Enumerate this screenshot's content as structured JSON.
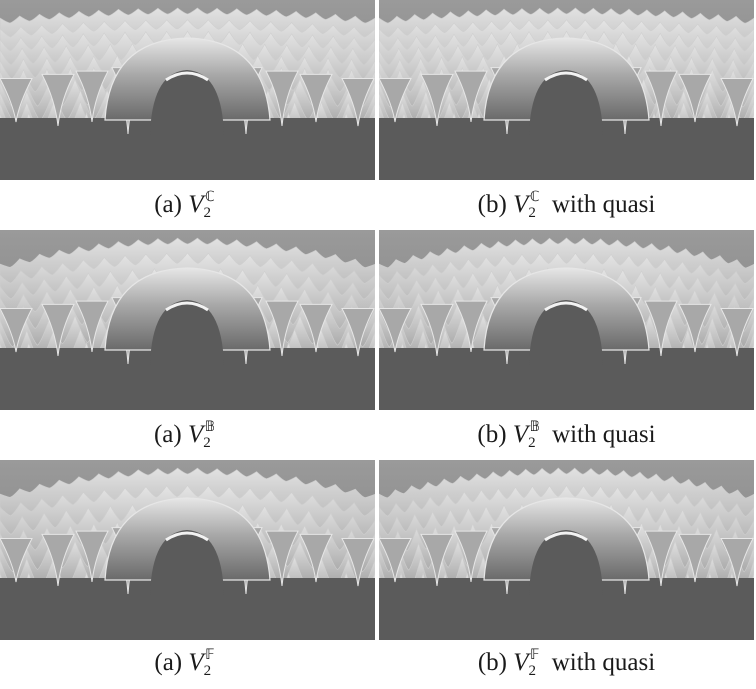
{
  "panels": [
    {
      "id": "c-plain",
      "caption": {
        "label": "(a)",
        "var": "V",
        "sub": "2",
        "sup": "ℂ",
        "suffix": ""
      },
      "style": {
        "rows": 10,
        "cols": 13,
        "spacing": "regular"
      }
    },
    {
      "id": "c-quasi",
      "caption": {
        "label": "(b)",
        "var": "V",
        "sub": "2",
        "sup": "ℂ",
        "suffix": "with quasi"
      },
      "style": {
        "rows": 10,
        "cols": 15,
        "spacing": "regular"
      }
    },
    {
      "id": "b-plain",
      "caption": {
        "label": "(a)",
        "var": "V",
        "sub": "2",
        "sup": "𝔹",
        "suffix": ""
      },
      "style": {
        "rows": 8,
        "cols": 13,
        "spacing": "ringed"
      }
    },
    {
      "id": "b-quasi",
      "caption": {
        "label": "(b)",
        "var": "V",
        "sub": "2",
        "sup": "𝔹",
        "suffix": "with quasi"
      },
      "style": {
        "rows": 8,
        "cols": 16,
        "spacing": "ringed"
      }
    },
    {
      "id": "f-plain",
      "caption": {
        "label": "(a)",
        "var": "V",
        "sub": "2",
        "sup": "𝔽",
        "suffix": ""
      },
      "style": {
        "rows": 7,
        "cols": 13,
        "spacing": "ringed"
      }
    },
    {
      "id": "f-quasi",
      "caption": {
        "label": "(b)",
        "var": "V",
        "sub": "2",
        "sup": "𝔽",
        "suffix": "with quasi"
      },
      "style": {
        "rows": 7,
        "cols": 17,
        "spacing": "ringed"
      }
    }
  ],
  "colors": {
    "floor": "#5b5b5b",
    "surface": "#a8a8a8",
    "highlight": "#e6e6e6",
    "shadow": "#6a6a6a",
    "background": "#ffffff"
  }
}
